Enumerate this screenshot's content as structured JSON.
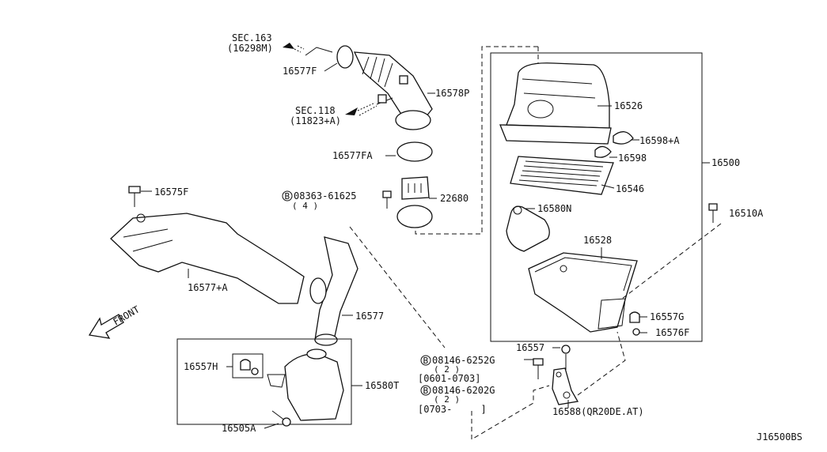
{
  "diagram_id": "J16500BS",
  "part_labels": {
    "sec163": "SEC.163",
    "sec163_ref": "(16298M)",
    "sec118": "SEC.118",
    "sec118_ref": "(11823+A)",
    "p16577F": "16577F",
    "p16578P": "16578P",
    "p16577FA": "16577FA",
    "p08363": "08363-61625",
    "p08363_qty": "( 4 )",
    "p22680": "22680",
    "p16575F": "16575F",
    "p16577A": "16577+A",
    "front": "FRONT",
    "p16577": "16577",
    "p16557H": "16557H",
    "p16580T": "16580T",
    "p16505A": "16505A",
    "p16526": "16526",
    "p16598A": "16598+A",
    "p16598": "16598",
    "p16500": "16500",
    "p16546": "16546",
    "p16580N": "16580N",
    "p16510A": "16510A",
    "p16528": "16528",
    "p16557G": "16557G",
    "p16576F": "16576F",
    "p16557": "16557",
    "p08146_6252": "08146-6252G",
    "p08146_6252_qty": "( 2 )",
    "p08146_6252_range": "[0601-0703]",
    "p08146_6202": "08146-6202G",
    "p08146_6202_qty": "( 2 )",
    "p08146_6202_range": "[0703-     ]",
    "p16588": "16588(QR20DE.AT)"
  },
  "bolt_marker": "B"
}
